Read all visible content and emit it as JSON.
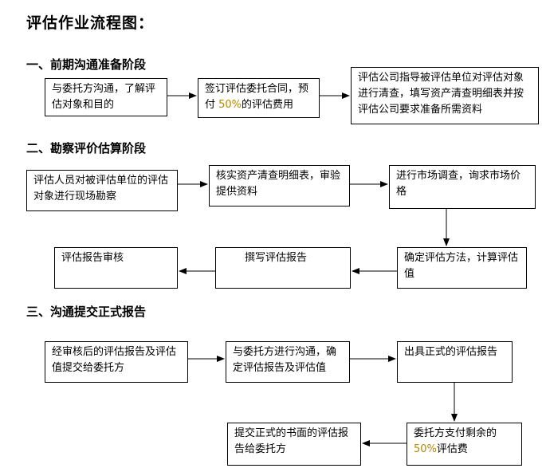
{
  "title": "评估作业流程图：",
  "sections": [
    {
      "label": "一、前期沟通准备阶段"
    },
    {
      "label": "二、勘察评价估算阶段"
    },
    {
      "label": "三、沟通提交正式报告"
    }
  ],
  "boxes": {
    "b1": "与委托方沟通，了解评估对象和目的",
    "b2_pre": "签订评估委托合同，预付 ",
    "b2_hl": "50%",
    "b2_post": "的评估费用",
    "b3": "评估公司指导被评估单位对评估对象进行清查，填写资产清查明细表并按评估公司要求准备所需资料",
    "b4": "评估人员对被评估单位的评估对象进行现场勘察",
    "b5": "核实资产清查明细表，审验提供资料",
    "b6": "进行市场调查，询求市场价格",
    "b7": "确定评估方法，计算评估值",
    "b8": "撰写评估报告",
    "b9": "评估报告审核",
    "b10": "经审核后的评估报告及评估值提交给委托方",
    "b11": "与委托方进行沟通，确定评估报告及评估值",
    "b12": "出具正式的评估报告",
    "b13_pre": "委托方支付剩余的",
    "b13_hl": "50%",
    "b13_post": "评估费",
    "b14": "提交正式的书面的评估报告给委托方"
  },
  "colors": {
    "highlight": "#b58900",
    "line": "#000000"
  }
}
